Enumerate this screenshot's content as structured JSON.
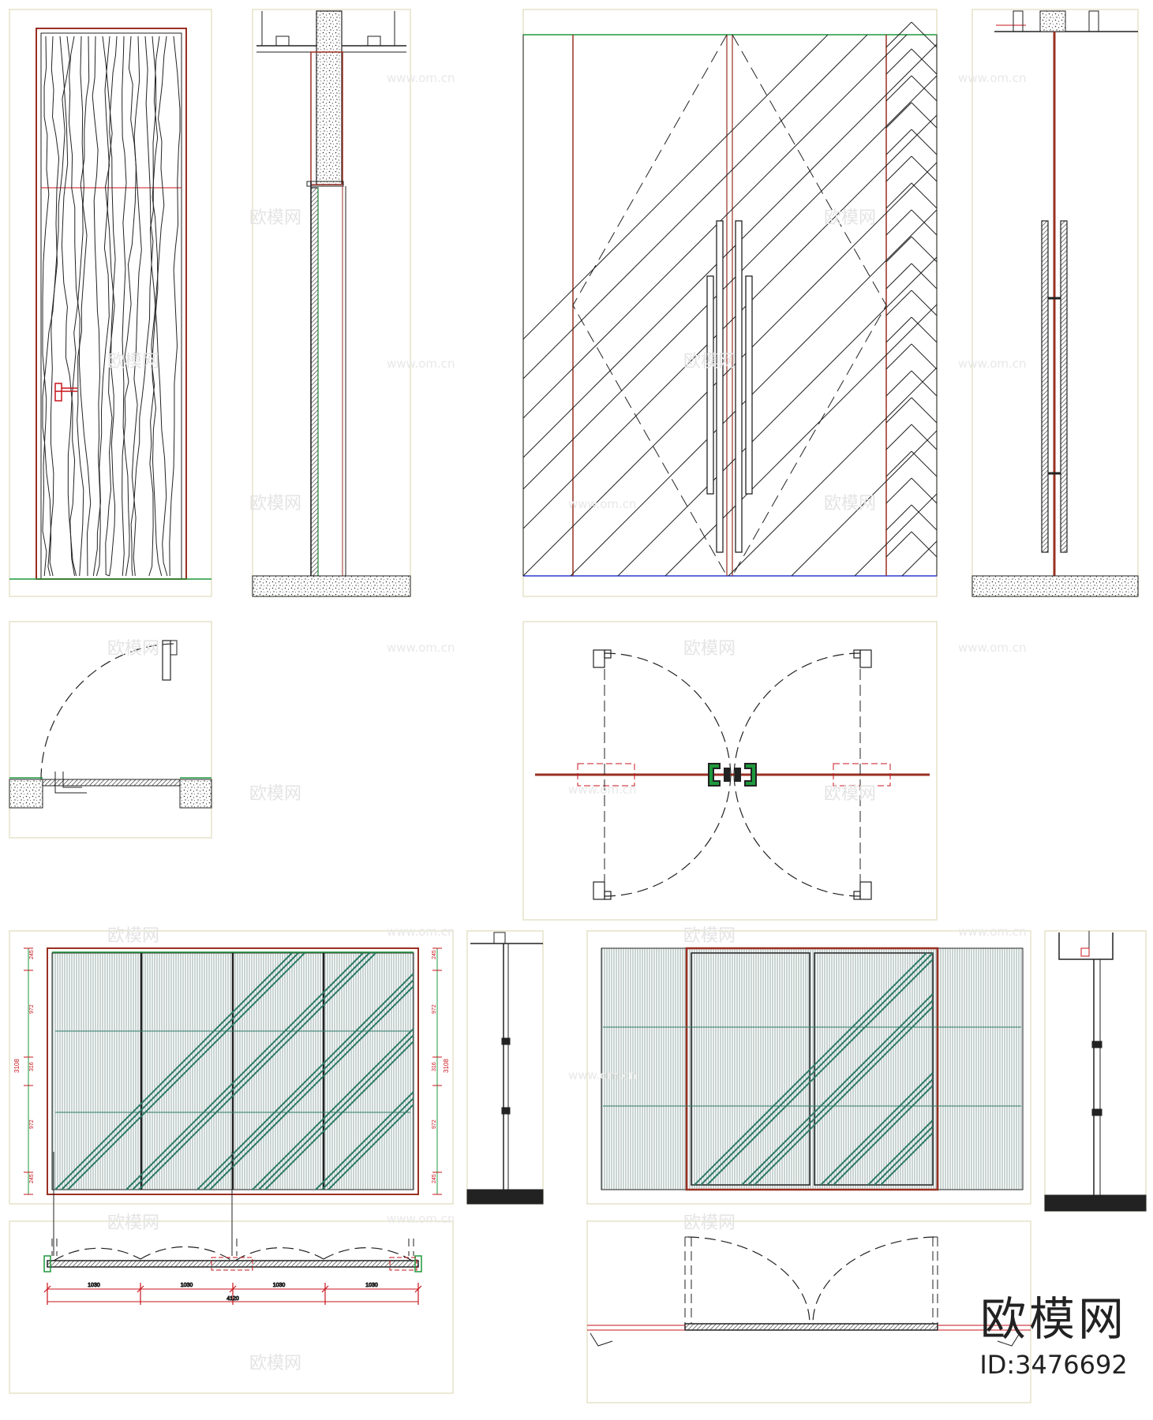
{
  "watermark": {
    "cn": "欧模网",
    "url": "www.om.cn"
  },
  "brand": {
    "name": "欧模网",
    "id_label": "ID:3476692"
  },
  "colors": {
    "line": "#222222",
    "frame": "#9a3022",
    "red": "#c8141c",
    "green": "#1e9a3c",
    "blue": "#2c3ccf",
    "panel_border": "#e6e2c8",
    "glass": "#2d7a66"
  },
  "figures": {
    "bottom_left_elevation": {
      "dim_left": [
        "245",
        "972",
        "316",
        "972",
        "245"
      ],
      "dim_left_total": "3108",
      "dim_right": [
        "245",
        "972",
        "316",
        "972",
        "245"
      ],
      "dim_right_total": "3108"
    },
    "bottom_left_plan": {
      "dims": [
        "1030",
        "1030",
        "1030",
        "1030"
      ],
      "total": "4120"
    }
  }
}
